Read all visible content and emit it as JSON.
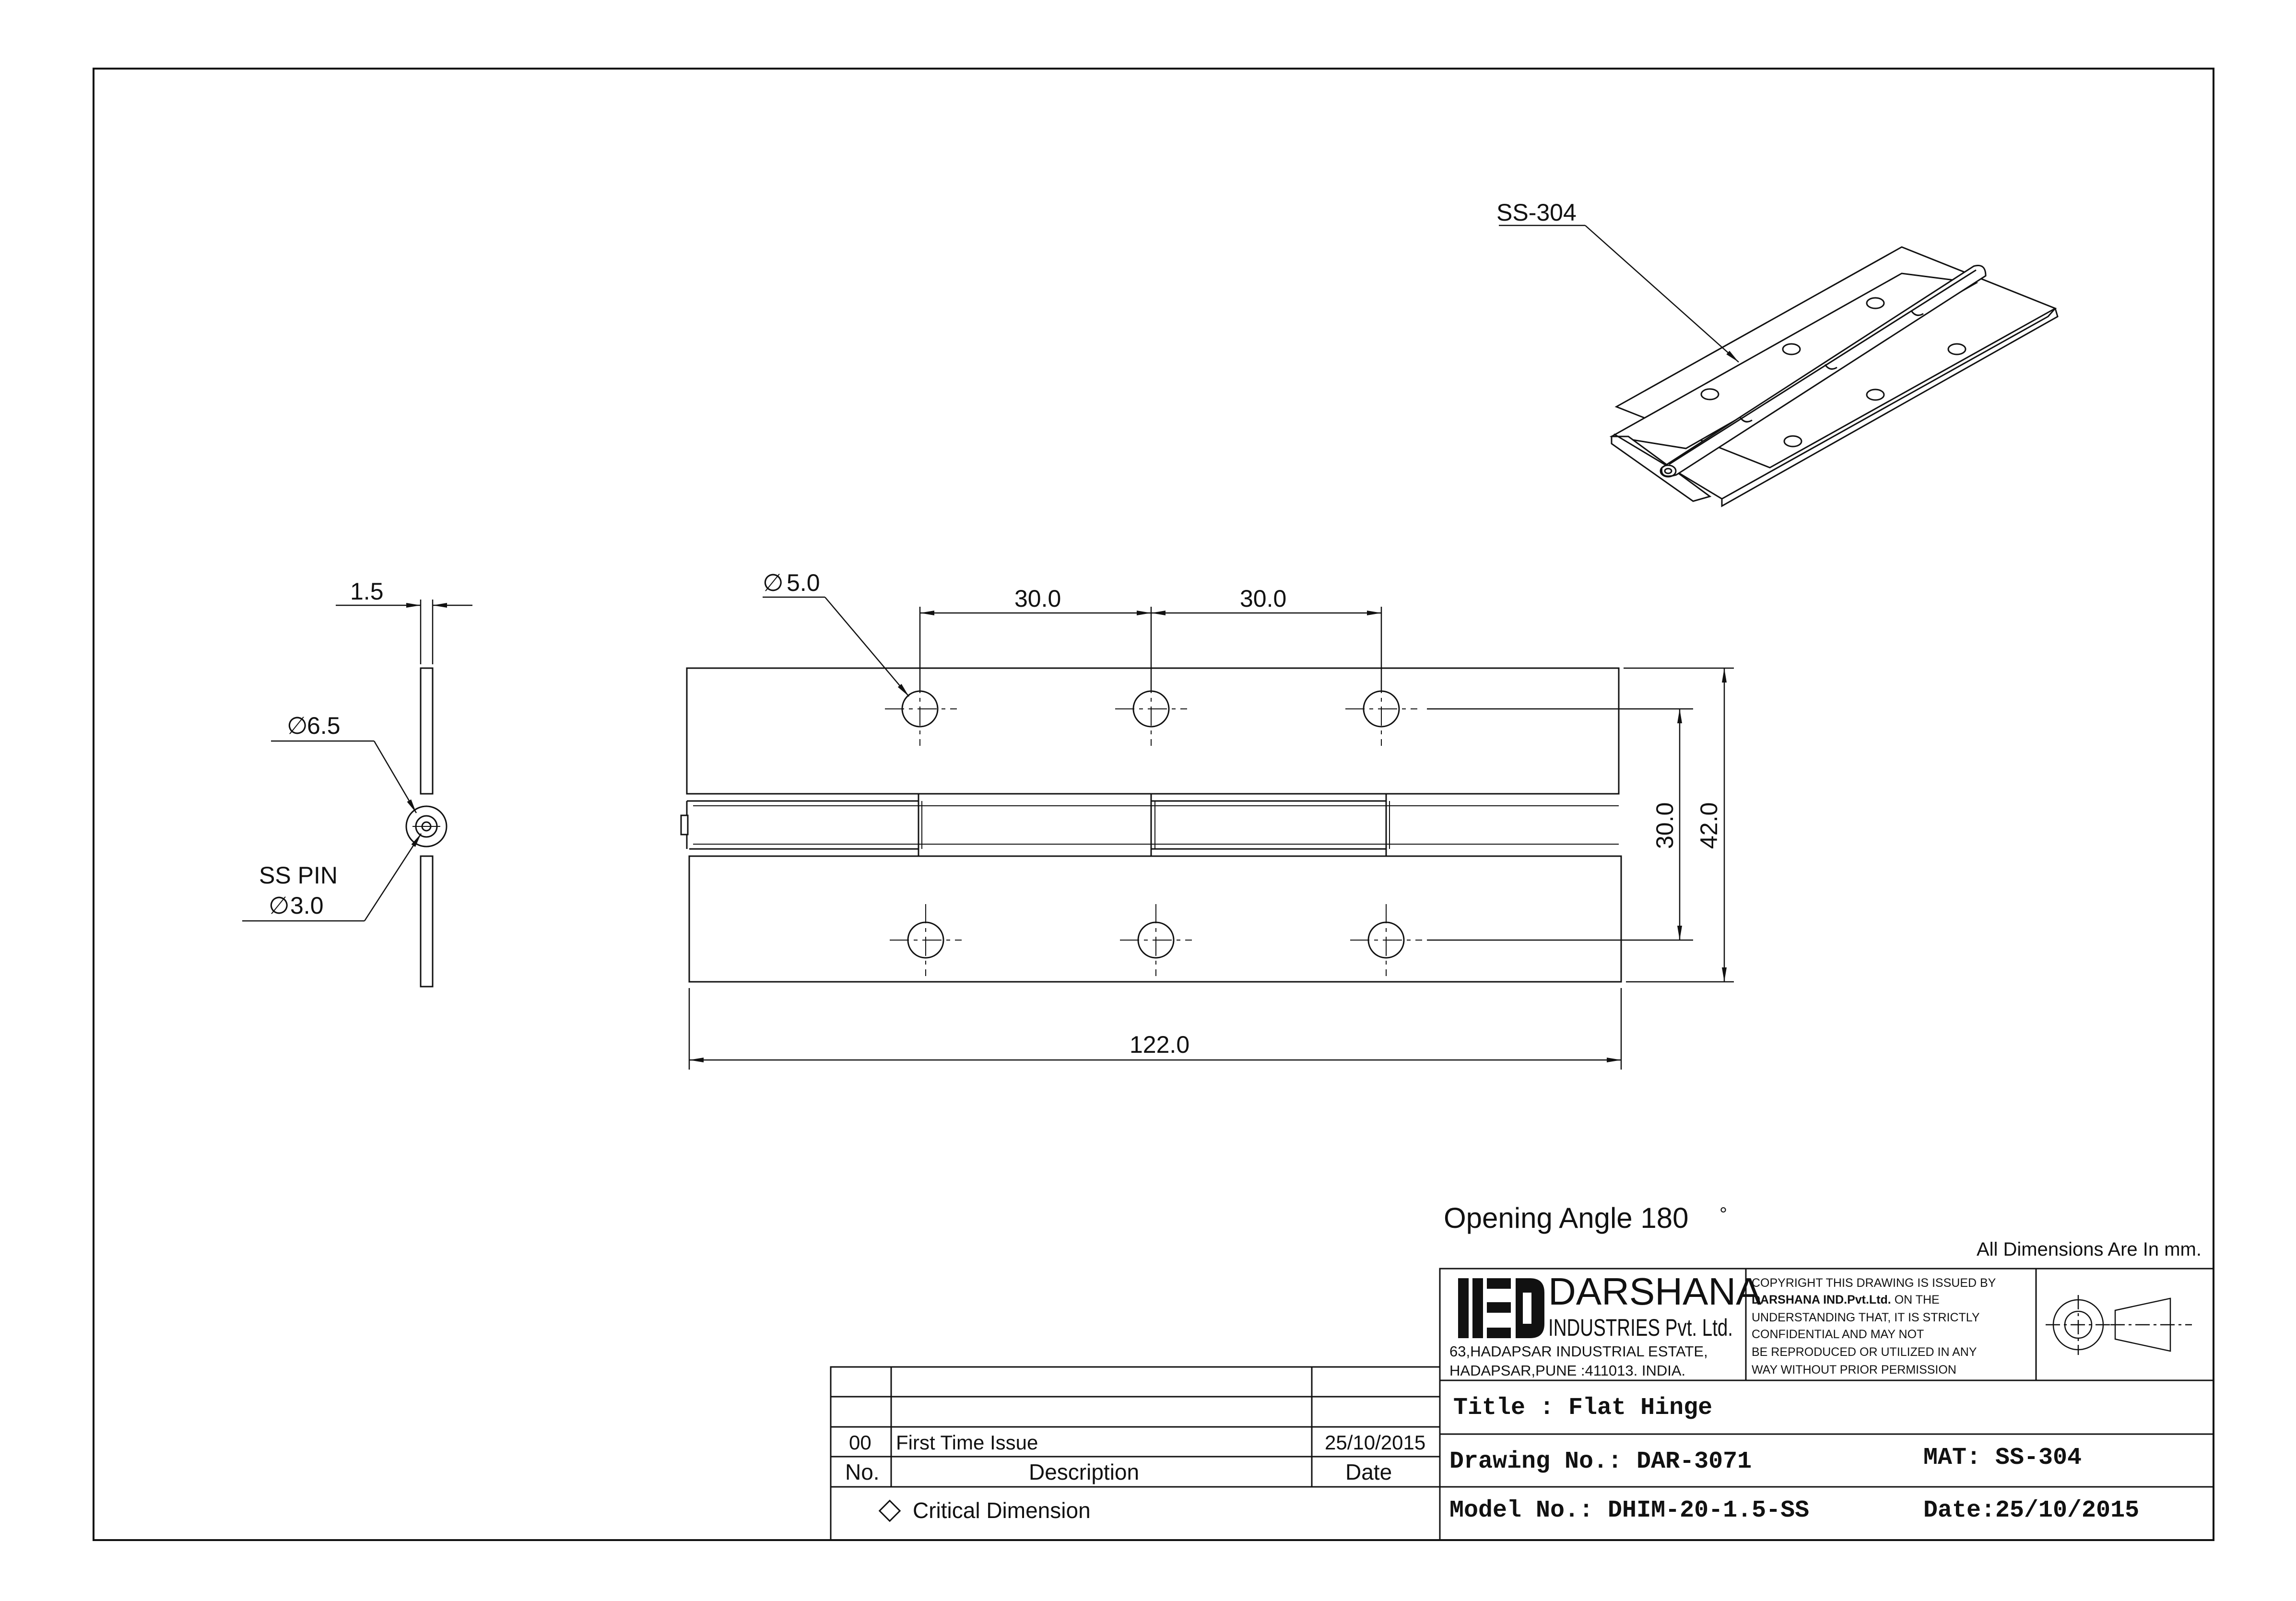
{
  "material_callout": "SS-304",
  "side_view": {
    "thickness": "1.5",
    "knuckle_dia": "6.5",
    "pin_label": "SS PIN",
    "pin_dia": "3.0"
  },
  "front_view": {
    "hole_dia": "5.0",
    "hole_pitch_1": "30.0",
    "hole_pitch_2": "30.0",
    "hole_row_spacing": "30.0",
    "overall_width": "42.0",
    "overall_length": "122.0"
  },
  "diameter_symbol": "∅",
  "notes": {
    "opening_angle": "Opening Angle 180",
    "degree": "°",
    "units": "All Dimensions Are In mm."
  },
  "revision_table": {
    "rows": [
      {
        "no": "",
        "description": "",
        "date": ""
      },
      {
        "no": "",
        "description": "",
        "date": ""
      },
      {
        "no": "00",
        "description": "First Time Issue",
        "date": "25/10/2015"
      }
    ],
    "headers": {
      "no": "No.",
      "description": "Description",
      "date": "Date"
    },
    "critical_dimension": "Critical Dimension"
  },
  "company": {
    "name": "DARSHANA",
    "subname": "INDUSTRIES Pvt. Ltd.",
    "address_1": "63,HADAPSAR INDUSTRIAL ESTATE,",
    "address_2": "HADAPSAR,PUNE :411013. INDIA.",
    "copyright": [
      "COPYRIGHT THIS DRAWING IS ISSUED BY",
      "DARSHANA IND.Pvt.Ltd.",
      " ON THE",
      "UNDERSTANDING THAT, IT IS STRICTLY",
      "CONFIDENTIAL AND MAY NOT",
      "BE REPRODUCED OR UTILIZED IN ANY",
      "WAY WITHOUT PRIOR PERMISSION"
    ]
  },
  "title_block": {
    "title": "Title : Flat Hinge",
    "drawing_no": "Drawing No.: DAR-3071",
    "material": "MAT: SS-304",
    "model_no": "Model No.: DHIM-20-1.5-SS",
    "date": "Date:25/10/2015"
  }
}
